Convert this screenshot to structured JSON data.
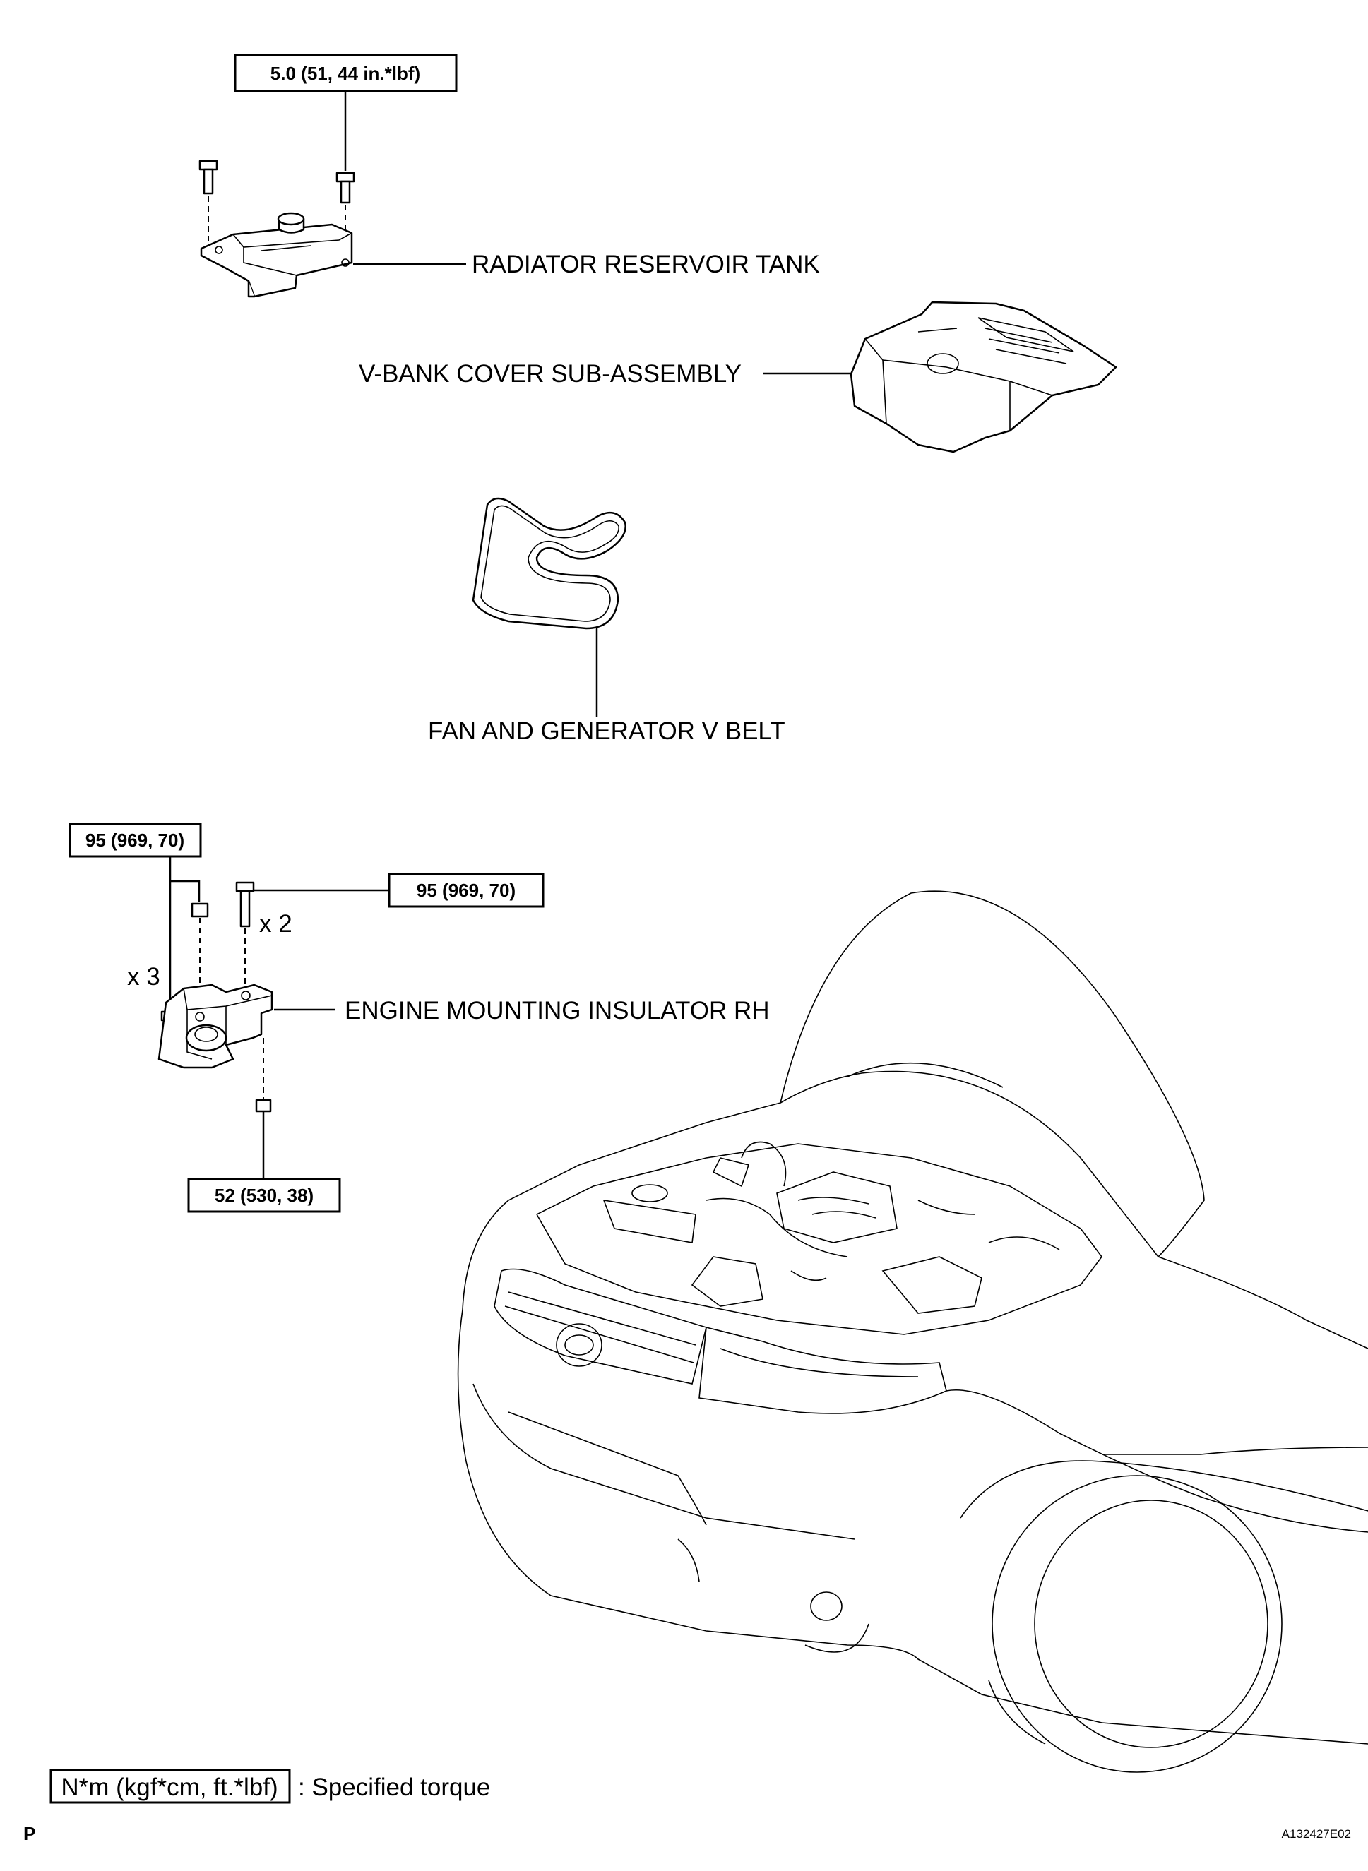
{
  "torque_labels": {
    "reservoir_bolt": "5.0 (51, 44 in.*lbf)",
    "mount_upper_left": "95 (969, 70)",
    "mount_upper_right": "95 (969, 70)",
    "mount_lower": "52 (530, 38)"
  },
  "part_labels": {
    "reservoir": "RADIATOR RESERVOIR TANK",
    "vbank_cover": "V-BANK COVER SUB-ASSEMBLY",
    "belt": "FAN AND GENERATOR V BELT",
    "mount": "ENGINE MOUNTING INSULATOR RH"
  },
  "quantities": {
    "x2": "x 2",
    "x3": "x 3"
  },
  "legend": {
    "unit_box": "N*m (kgf*cm, ft.*lbf)",
    "description": ": Specified torque"
  },
  "footer": {
    "mark": "P",
    "figure_id": "A132427E02"
  },
  "icons": [
    "bolt-icon",
    "nut-icon",
    "toyota-emblem-icon"
  ]
}
